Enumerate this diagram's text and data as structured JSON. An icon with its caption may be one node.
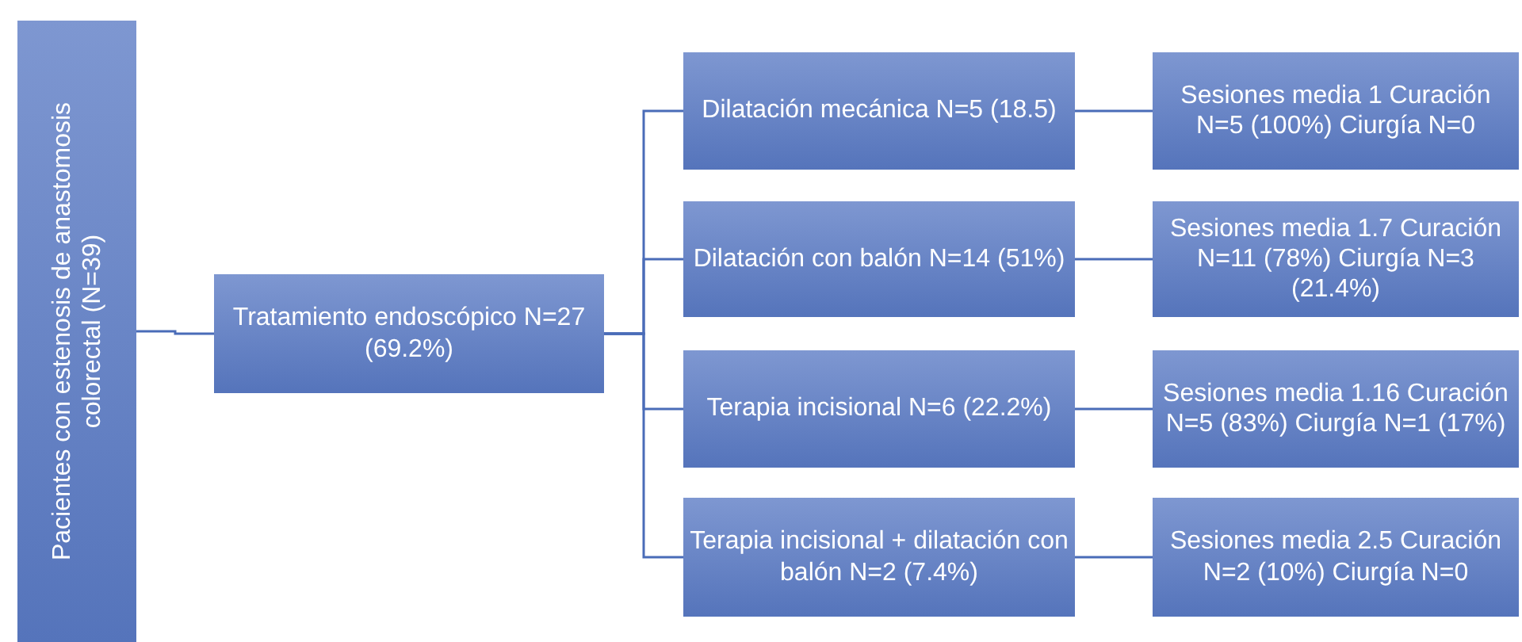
{
  "diagram": {
    "nodes": [
      {
        "text": [
          "Pacientes con estenosis de anastomosis colorectal (N=39)"
        ]
      },
      {
        "text": [
          "Tratamiento endoscópico N=27 (69.2%)"
        ]
      },
      {
        "text": [
          "Dilatación mecánica N=5 (18.5)"
        ]
      },
      {
        "text": [
          "Dilatación con balón N=14 (51%)"
        ]
      },
      {
        "text": [
          "Terapia incisional N=6 (22.2%)"
        ]
      },
      {
        "text": [
          "Terapia incisional + dilatación con balón N=2 (7.4%)"
        ]
      },
      {
        "text": [
          "Sesiones media 1 Curación N=5 (100%) Ciurgía N=0"
        ]
      },
      {
        "text": [
          "Sesiones media 1.7 Curación N=11 (78%) Ciurgía N=3 (21.4%)"
        ]
      },
      {
        "text": [
          "Sesiones media 1.16 Curación N=5 (83%) Ciurgía N=1 (17%)"
        ]
      },
      {
        "text": [
          "Sesiones media 2.5 Curación N=2 (10%) Ciurgía N=0"
        ]
      }
    ],
    "edges": [
      {
        "from": 0,
        "to": 1,
        "arrow": "none"
      },
      {
        "from": 1,
        "to": 2,
        "arrow": "none"
      },
      {
        "from": 1,
        "to": 3,
        "arrow": "none"
      },
      {
        "from": 1,
        "to": 4,
        "arrow": "none"
      },
      {
        "from": 1,
        "to": 5,
        "arrow": "none"
      },
      {
        "from": 2,
        "to": 6,
        "arrow": "none"
      },
      {
        "from": 3,
        "to": 7,
        "arrow": "none"
      },
      {
        "from": 4,
        "to": 8,
        "arrow": "none"
      },
      {
        "from": 5,
        "to": 9,
        "arrow": "none"
      }
    ]
  }
}
